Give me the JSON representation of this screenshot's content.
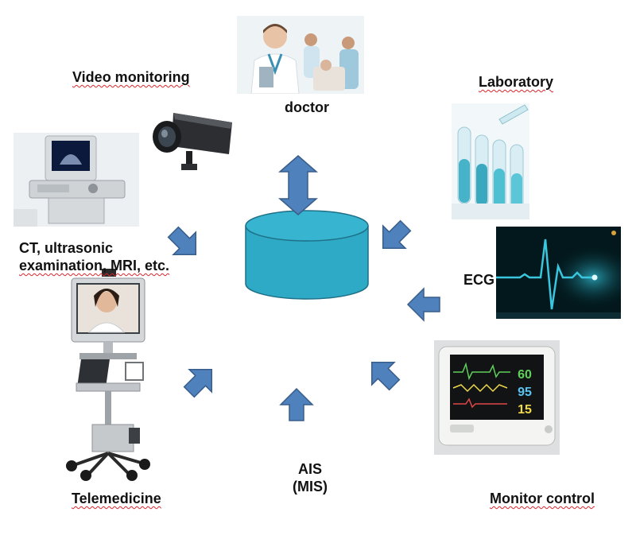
{
  "labels": {
    "video_monitoring": "Video monitoring",
    "doctor": "doctor",
    "laboratory": "Laboratory",
    "ct_line1": "CT, ultrasonic",
    "ct_line2": "examination, MRI, etc.",
    "ecg": "ECG",
    "ais_line1": "AIS",
    "ais_line2": "(MIS)",
    "telemedicine": "Telemedicine",
    "monitor_control": "Monitor control"
  },
  "monitor_readings": [
    "60",
    "95",
    "15"
  ],
  "colors": {
    "arrow_fill": "#4f81bd",
    "arrow_stroke": "#385d8a",
    "database_fill": "#2eaac6",
    "database_top": "#36b4d0",
    "database_stroke": "#1f6f87",
    "ecg_line": "#39c6de",
    "ecg_bg": "#02181c"
  },
  "icons": [
    "doctor-photo",
    "video-camera-icon",
    "ultrasound-machine-photo",
    "test-tubes-photo",
    "ecg-screen-photo",
    "patient-monitor-photo",
    "telemedicine-cart-photo",
    "database-icon"
  ]
}
